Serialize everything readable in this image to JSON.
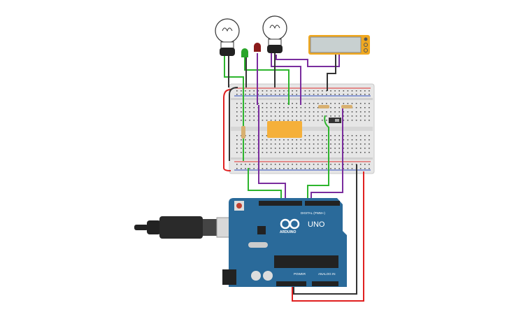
{
  "arduino": {
    "brand": "ARDUINO",
    "model": "UNO",
    "digital_label": "DIGITAL (PWM~)",
    "power_label": "POWER",
    "analog_label": "ANALOG IN"
  },
  "components": [
    "light-bulb",
    "light-bulb",
    "green-led",
    "red-led",
    "lcd-display",
    "relay",
    "slide-switch",
    "resistor",
    "breadboard",
    "arduino-uno",
    "usb-cable"
  ],
  "colors": {
    "board": "#2a6a9a",
    "breadboard": "#e4e4e4",
    "wire_green": "#2db52d",
    "wire_purple": "#7a2d9e",
    "wire_red": "#e02020",
    "wire_black": "#333333",
    "relay": "#f5b03a",
    "lcd_frame": "#f0a820"
  }
}
